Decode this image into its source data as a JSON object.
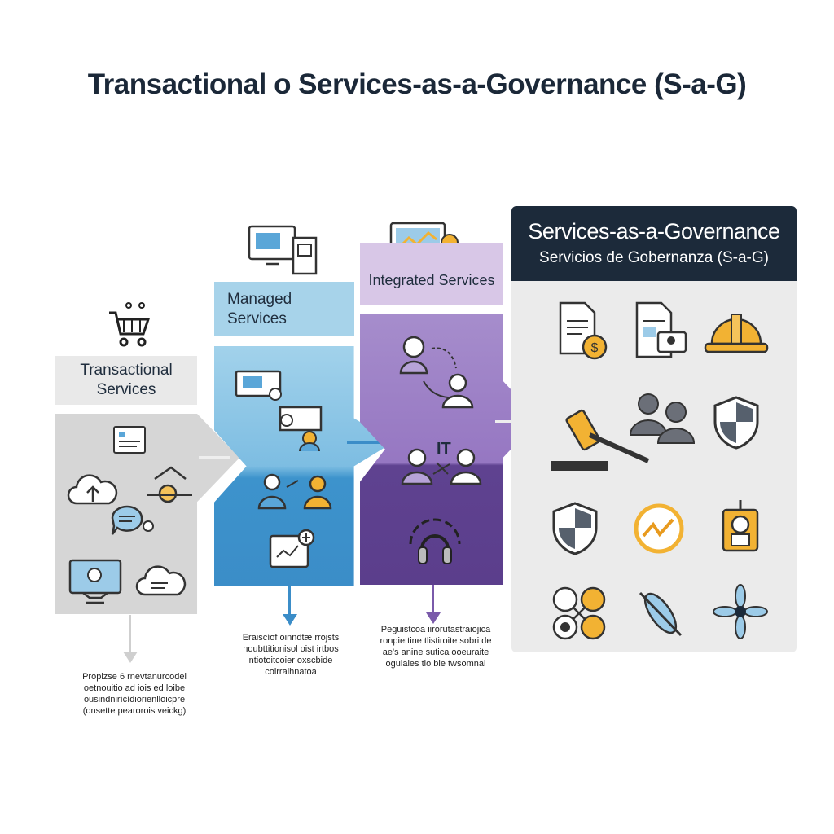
{
  "title": "Transactional o Services-as-a-Governance (S-a-G)",
  "columns": [
    {
      "label": "Transactional Services",
      "note": "Propizse 6 rnevtanurcodel oetnouitio ad iois ed loibe ousindnirícídiorienlloicpre (onsette pearorois veickg)"
    },
    {
      "label": "Managed Services",
      "note": "Eraiscíof oinndtæ rrojsts noubttitionisol oist irtbos ntiotoitcoier oxscbide coirraihnatoa"
    },
    {
      "label": "Integrated Services",
      "tag": "IT",
      "note": "Peguistcoa iirorutastraiojica ronpiettine tlistiroite sobri de ae's anine sutica ooeuraite oguiales tio bie twsomnal"
    },
    {
      "label": "Services-as-a-Governance",
      "sublabel": "Servicios de Gobernanza (S-a-G)"
    }
  ],
  "colors": {
    "navy": "#1c2a3a",
    "gray": "#d3d3d3",
    "blue": "#4a9fd2",
    "purple": "#7a5aaa",
    "gold": "#f2b233"
  }
}
